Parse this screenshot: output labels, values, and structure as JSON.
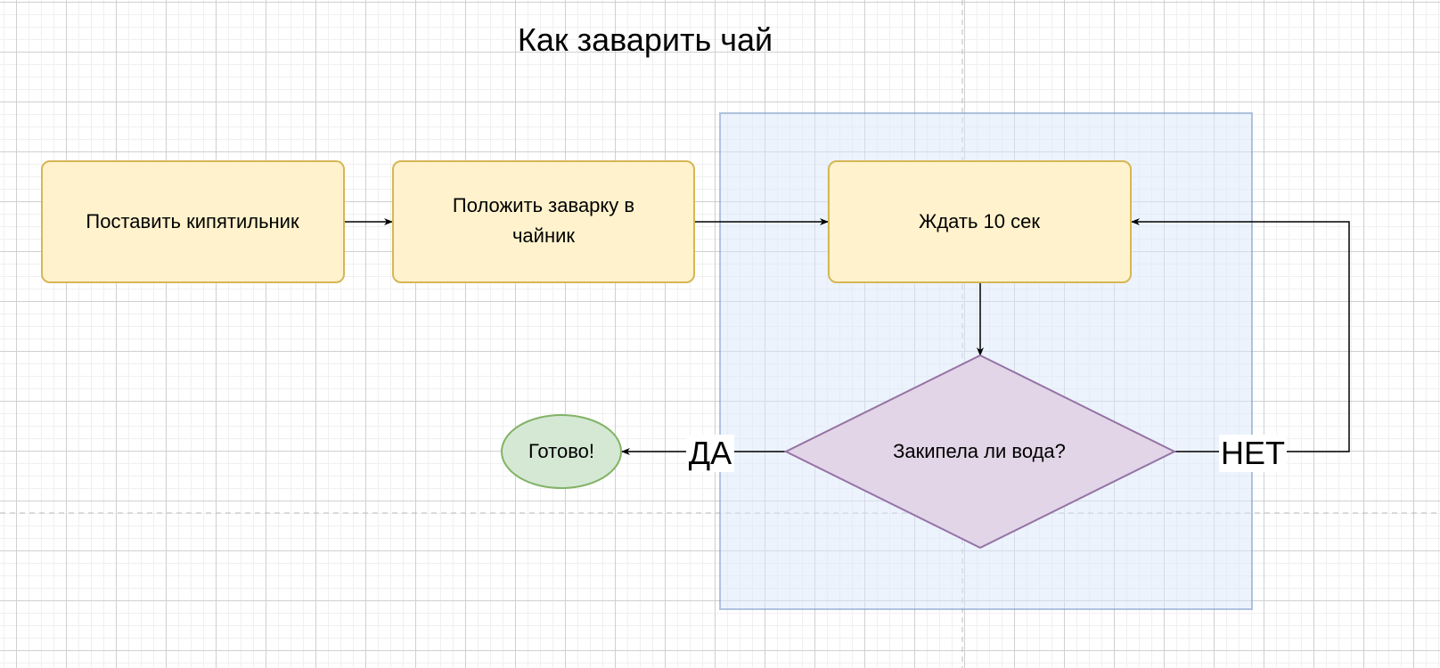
{
  "title": "Как заварить чай",
  "nodes": {
    "step1": "Поставить кипятильник",
    "step2_line1": "Положить заварку в",
    "step2_line2": "чайник",
    "step3": "Ждать 10 сек",
    "decision": "Закипела ли вода?",
    "end": "Готово!"
  },
  "edges": {
    "yes": "ДА",
    "no": "НЕТ"
  },
  "colors": {
    "process_fill": "#fff2cc",
    "process_stroke": "#d6b656",
    "decision_fill": "#e1d5e7",
    "decision_stroke": "#9673a6",
    "end_fill": "#d5e8d4",
    "end_stroke": "#82b366",
    "group_fill": "#dae8fc",
    "group_stroke": "#6c8ebf"
  }
}
